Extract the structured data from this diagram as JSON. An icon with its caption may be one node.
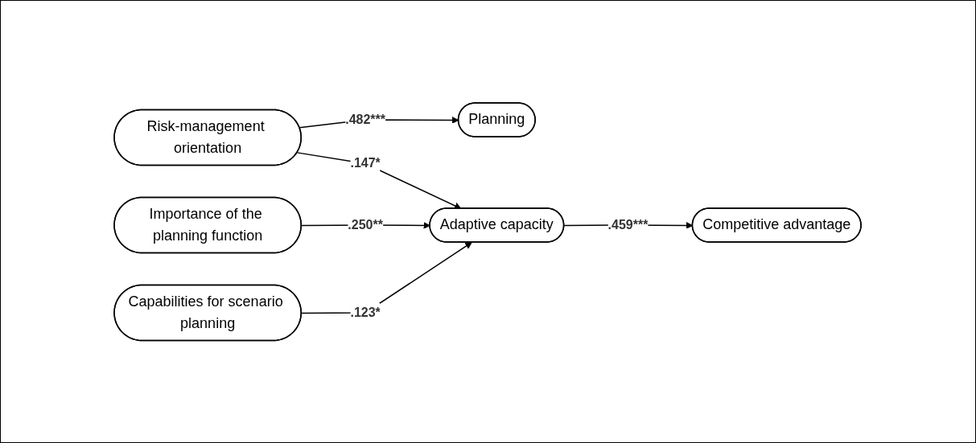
{
  "diagram": {
    "nodes": [
      {
        "text": [
          "Risk-management orientation"
        ]
      },
      {
        "text": [
          "Importance of the planning function"
        ]
      },
      {
        "text": [
          "Capabilities for scenario planning"
        ]
      },
      {
        "text": [
          "Planning"
        ]
      },
      {
        "text": [
          "Adaptive capacity"
        ]
      },
      {
        "text": [
          "Competitive advantage"
        ]
      }
    ],
    "edges": [
      {
        "from": 0,
        "to": 3,
        "arrow": "to",
        "label": ".482***"
      },
      {
        "from": 0,
        "to": 4,
        "arrow": "to",
        "label": ".147*"
      },
      {
        "from": 1,
        "to": 4,
        "arrow": "to",
        "label": ".250**"
      },
      {
        "from": 2,
        "to": 4,
        "arrow": "to",
        "label": ".123*"
      },
      {
        "from": 4,
        "to": 5,
        "arrow": "to",
        "label": ".459***"
      }
    ]
  }
}
